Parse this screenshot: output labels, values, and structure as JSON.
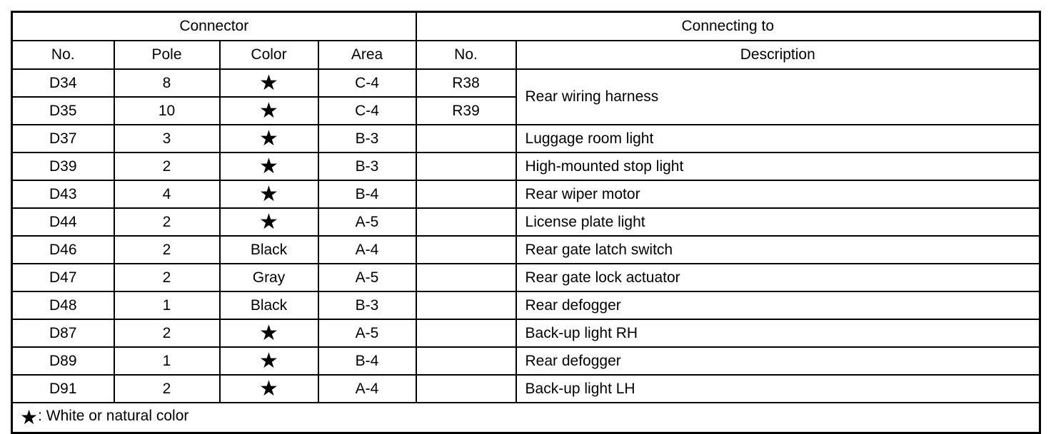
{
  "page": {
    "ink_color": "#000000",
    "paper_color": "#ffffff"
  },
  "table": {
    "groups": {
      "connector": "Connector",
      "connecting_to": "Connecting to"
    },
    "columns": {
      "no": "No.",
      "pole": "Pole",
      "color": "Color",
      "area": "Area",
      "connecting_no": "No.",
      "description": "Description"
    },
    "rows": [
      {
        "no": "D34",
        "pole": "8",
        "color": "★",
        "area": "C-4",
        "connecting_no": "R38",
        "description": "Rear wiring harness"
      },
      {
        "no": "D35",
        "pole": "10",
        "color": "★",
        "area": "C-4",
        "connecting_no": "R39"
      },
      {
        "no": "D37",
        "pole": "3",
        "color": "★",
        "area": "B-3",
        "connecting_no": "",
        "description": "Luggage room light"
      },
      {
        "no": "D39",
        "pole": "2",
        "color": "★",
        "area": "B-3",
        "connecting_no": "",
        "description": "High-mounted stop light"
      },
      {
        "no": "D43",
        "pole": "4",
        "color": "★",
        "area": "B-4",
        "connecting_no": "",
        "description": "Rear wiper motor"
      },
      {
        "no": "D44",
        "pole": "2",
        "color": "★",
        "area": "A-5",
        "connecting_no": "",
        "description": "License plate light"
      },
      {
        "no": "D46",
        "pole": "2",
        "color": "Black",
        "area": "A-4",
        "connecting_no": "",
        "description": "Rear gate latch switch"
      },
      {
        "no": "D47",
        "pole": "2",
        "color": "Gray",
        "area": "A-5",
        "connecting_no": "",
        "description": "Rear gate lock actuator"
      },
      {
        "no": "D48",
        "pole": "1",
        "color": "Black",
        "area": "B-3",
        "connecting_no": "",
        "description": "Rear defogger"
      },
      {
        "no": "D87",
        "pole": "2",
        "color": "★",
        "area": "A-5",
        "connecting_no": "",
        "description": "Back-up light RH"
      },
      {
        "no": "D89",
        "pole": "1",
        "color": "★",
        "area": "B-4",
        "connecting_no": "",
        "description": "Rear defogger"
      },
      {
        "no": "D91",
        "pole": "2",
        "color": "★",
        "area": "A-4",
        "connecting_no": "",
        "description": "Back-up light LH"
      }
    ],
    "legend": {
      "star": "★",
      "text": ": White or natural color"
    }
  }
}
